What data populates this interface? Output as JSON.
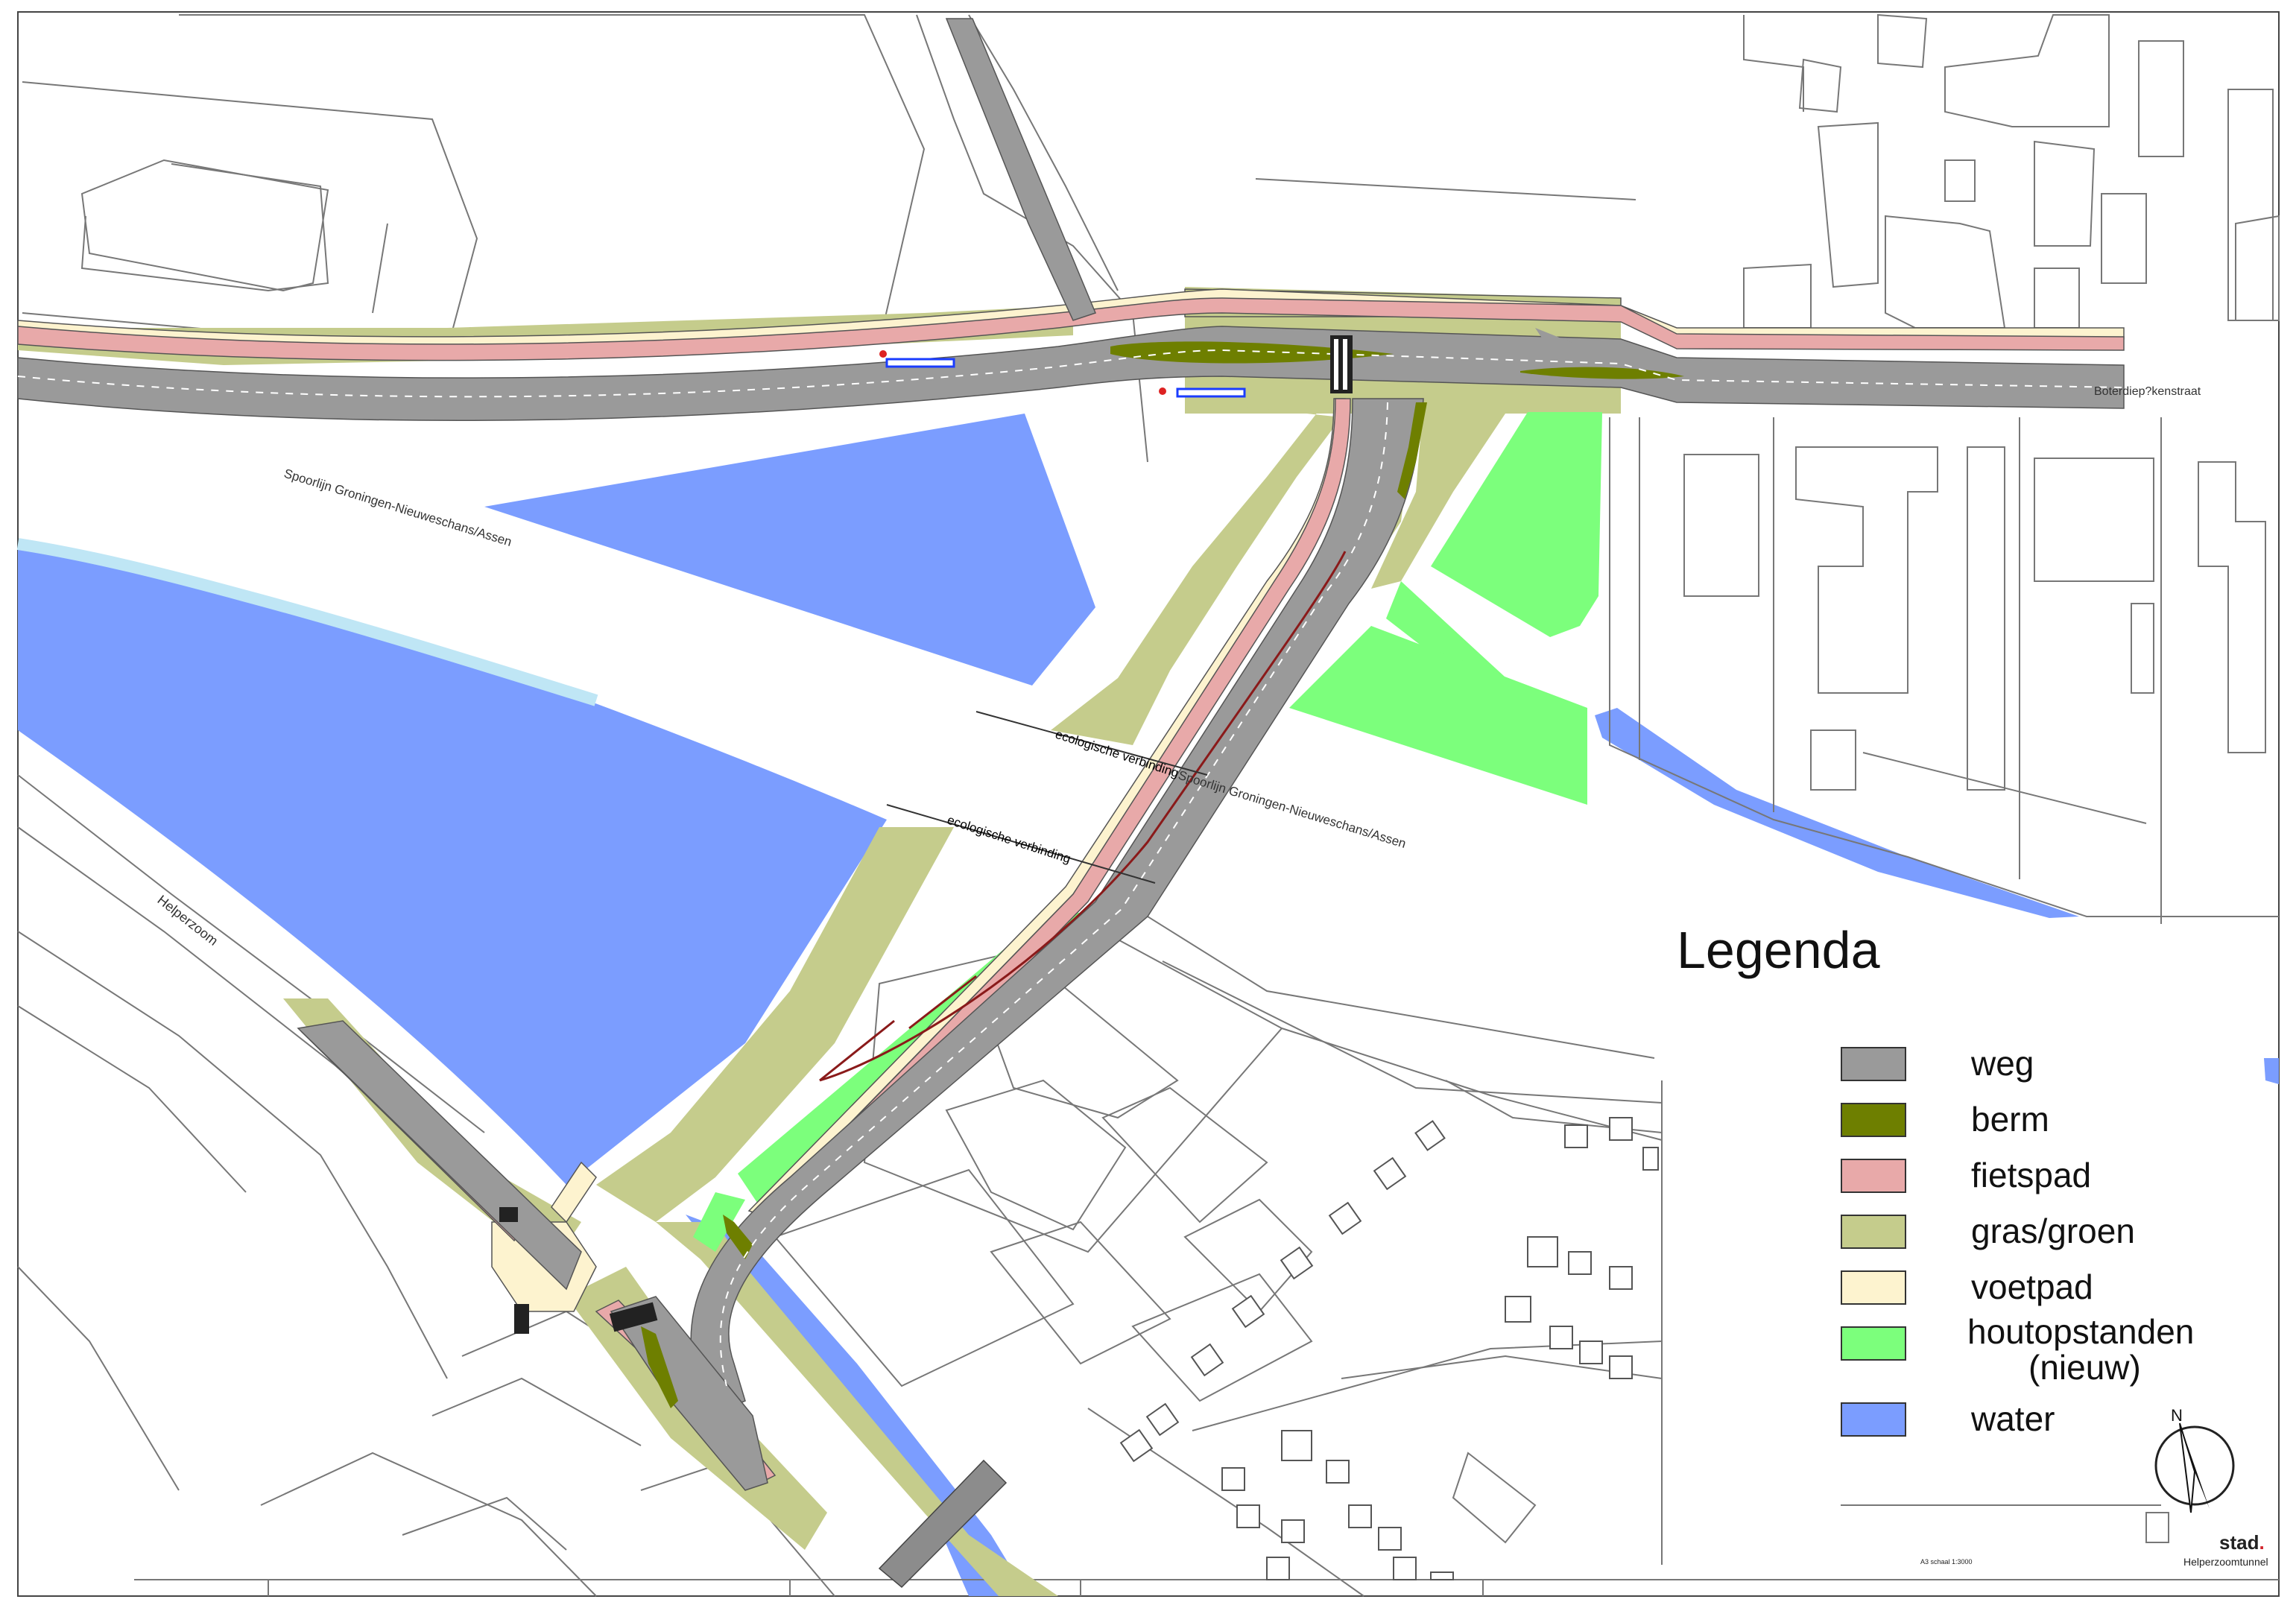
{
  "labels": {
    "street_top_right": "Boterdiep?kenstraat",
    "rail_label_1": "Spoorlijn Groningen-Nieuweschans/Assen",
    "rail_label_2": "Spoorlijn Groningen-Nieuweschans/Assen",
    "eco_1": "ecologische verbinding",
    "eco_2": "ecologische verbinding",
    "helperzoom": "Helperzoom"
  },
  "legend": {
    "title": "Legenda",
    "items": [
      {
        "label": "weg",
        "color": "#9a9a9a"
      },
      {
        "label": "berm",
        "color": "#6e7f00"
      },
      {
        "label": "fietspad",
        "color": "#e8a9a9"
      },
      {
        "label": "gras/groen",
        "color": "#c5cc8c"
      },
      {
        "label": "voetpad",
        "color": "#fdf3cf"
      },
      {
        "label": "houtopstanden\n(nieuw)",
        "color": "#7cff7c"
      },
      {
        "label": "water",
        "color": "#7b9dff"
      }
    ]
  },
  "colors": {
    "road": "#9a9a9a",
    "berm": "#6e7f00",
    "bike": "#e8a9a9",
    "grass": "#c5cc8c",
    "foot": "#fdf3cf",
    "forest": "#7cff7c",
    "water": "#7b9dff",
    "water_edge": "#bfe6f5",
    "line": "#555555"
  },
  "title_block": {
    "brand": "stad",
    "project": "Helperzoomtunnel",
    "scale": "A3 schaal 1:3000"
  },
  "icons": {
    "north_arrow": "north-arrow-icon",
    "north_letter": "N"
  }
}
